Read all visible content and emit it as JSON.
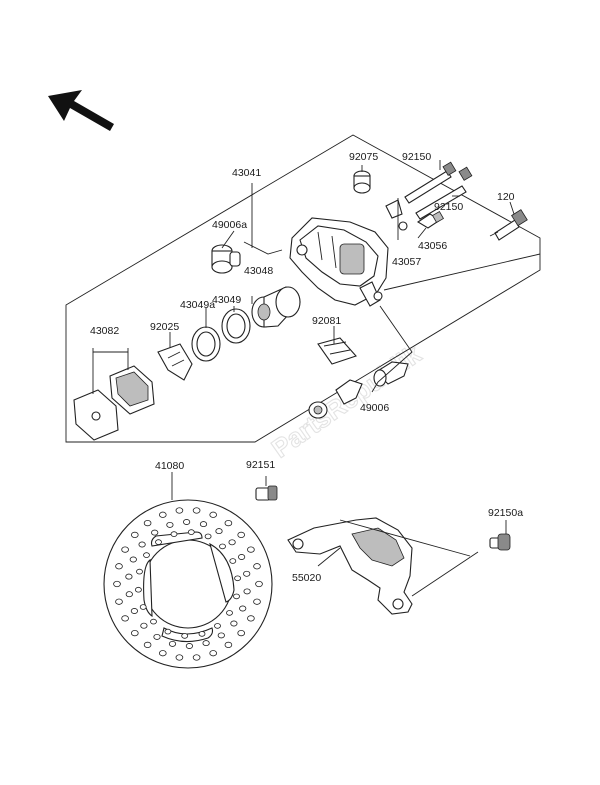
{
  "watermark": "PartsRepublik",
  "icons": {
    "direction_arrow": "direction-arrow-icon"
  },
  "labels": {
    "p43041": "43041",
    "p92075": "92075",
    "p92150_top": "92150",
    "p92150_mid": "92150",
    "p120": "120",
    "p49006a": "49006a",
    "p43056": "43056",
    "p43057": "43057",
    "p43048": "43048",
    "p43049": "43049",
    "p43049a": "43049a",
    "p43082": "43082",
    "p92025": "92025",
    "p92081": "92081",
    "p49006": "49006",
    "p41080": "41080",
    "p92151": "92151",
    "p92150a": "92150a",
    "p55020": "55020"
  }
}
